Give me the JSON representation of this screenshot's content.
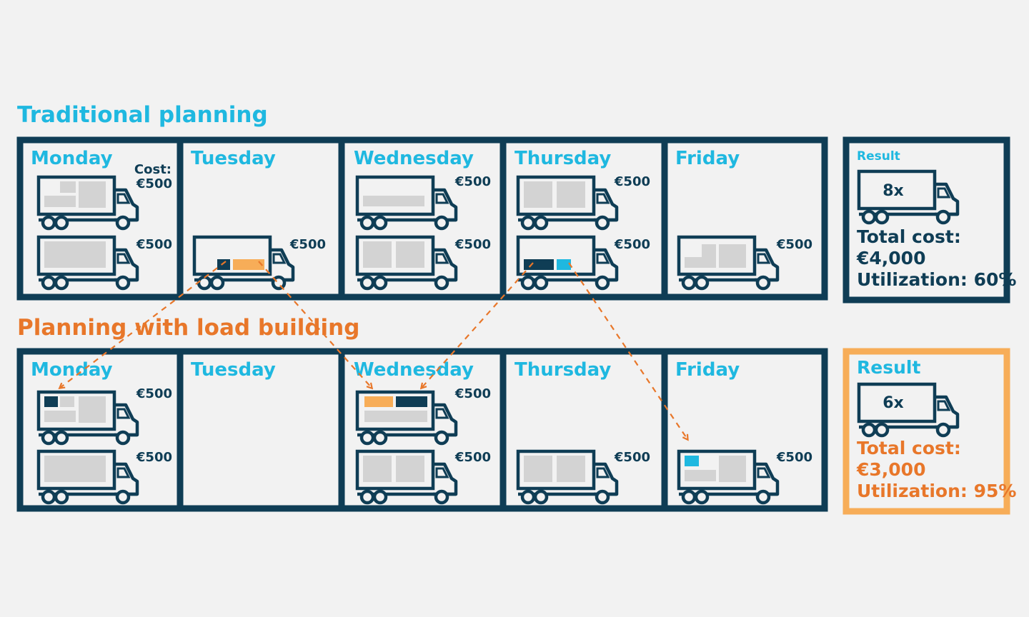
{
  "colors": {
    "navy": "#0f3d55",
    "cyan": "#1fb8e0",
    "orange": "#e8772a",
    "peach": "#f7ad58",
    "cargo": "#d3d3d3",
    "background": "#f2f2f2"
  },
  "traditional": {
    "title": "Traditional planning",
    "days": [
      {
        "name": "Monday",
        "cost_label": "Cost:",
        "trucks": [
          {
            "price": "€500",
            "load": "monday_top"
          },
          {
            "price": "€500",
            "load": "full"
          }
        ]
      },
      {
        "name": "Tuesday",
        "trucks": [
          {
            "price": "€500",
            "load": "tuesday_small"
          }
        ]
      },
      {
        "name": "Wednesday",
        "trucks": [
          {
            "price": "€500",
            "load": "low_bar"
          },
          {
            "price": "€500",
            "load": "two_blocks"
          }
        ]
      },
      {
        "name": "Thursday",
        "trucks": [
          {
            "price": "€500",
            "load": "two_blocks"
          },
          {
            "price": "€500",
            "load": "thursday_small"
          }
        ]
      },
      {
        "name": "Friday",
        "trucks": [
          {
            "price": "€500",
            "load": "stair"
          }
        ]
      }
    ],
    "result": {
      "title": "Result",
      "count": "8x",
      "cost_line1": "Total cost:",
      "cost_line2": "€4,000",
      "utilization": "Utilization: 60%"
    }
  },
  "load_building": {
    "title": "Planning with load building",
    "days": [
      {
        "name": "Monday",
        "trucks": [
          {
            "price": "€500",
            "load": "monday_combined"
          },
          {
            "price": "€500",
            "load": "full"
          }
        ]
      },
      {
        "name": "Tuesday",
        "trucks": []
      },
      {
        "name": "Wednesday",
        "trucks": [
          {
            "price": "€500",
            "load": "wednesday_combined"
          },
          {
            "price": "€500",
            "load": "two_blocks"
          }
        ]
      },
      {
        "name": "Thursday",
        "trucks": [
          {
            "price": "€500",
            "load": "two_blocks"
          }
        ]
      },
      {
        "name": "Friday",
        "trucks": [
          {
            "price": "€500",
            "load": "friday_combined"
          }
        ]
      }
    ],
    "result": {
      "title": "Result",
      "count": "6x",
      "cost_line1": "Total cost:",
      "cost_line2": "€3,000",
      "utilization": "Utilization: 95%"
    }
  }
}
